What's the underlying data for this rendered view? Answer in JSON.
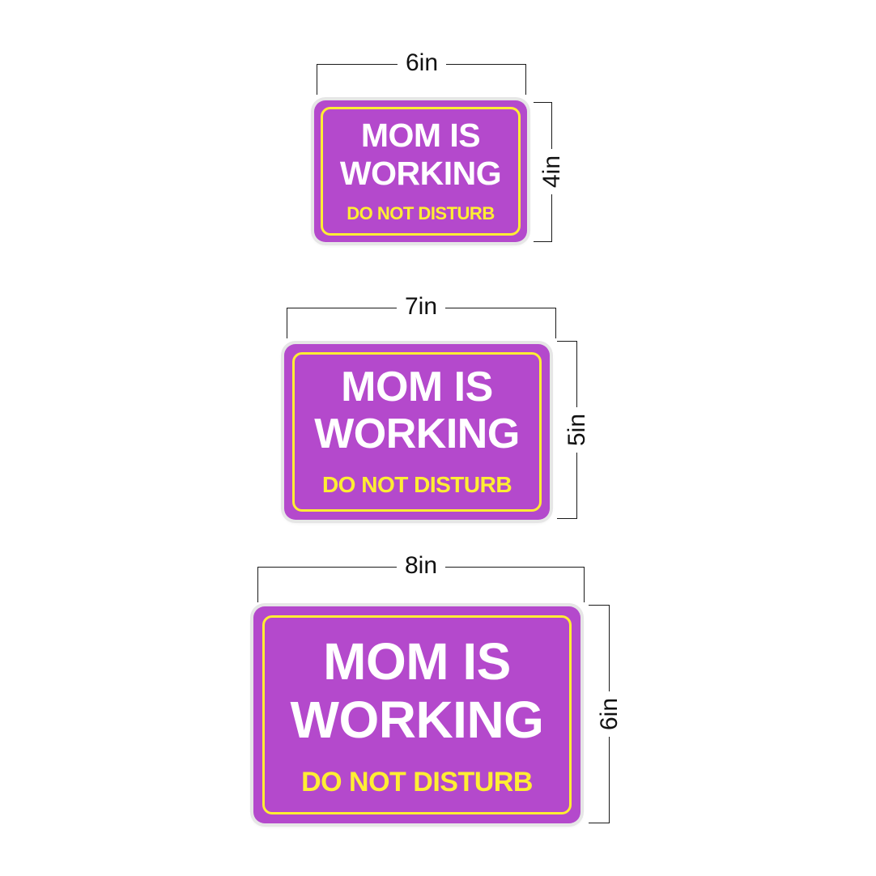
{
  "colors": {
    "sign_background": "#b449cc",
    "sign_text": "#ffffff",
    "sign_accent": "#ffee33"
  },
  "signs": [
    {
      "line1": "MOM IS",
      "line2": "WORKING",
      "line3": "DO NOT DISTURB",
      "width_label": "6in",
      "height_label": "4in"
    },
    {
      "line1": "MOM IS",
      "line2": "WORKING",
      "line3": "DO NOT DISTURB",
      "width_label": "7in",
      "height_label": "5in"
    },
    {
      "line1": "MOM IS",
      "line2": "WORKING",
      "line3": "DO NOT DISTURB",
      "width_label": "8in",
      "height_label": "6in"
    }
  ]
}
